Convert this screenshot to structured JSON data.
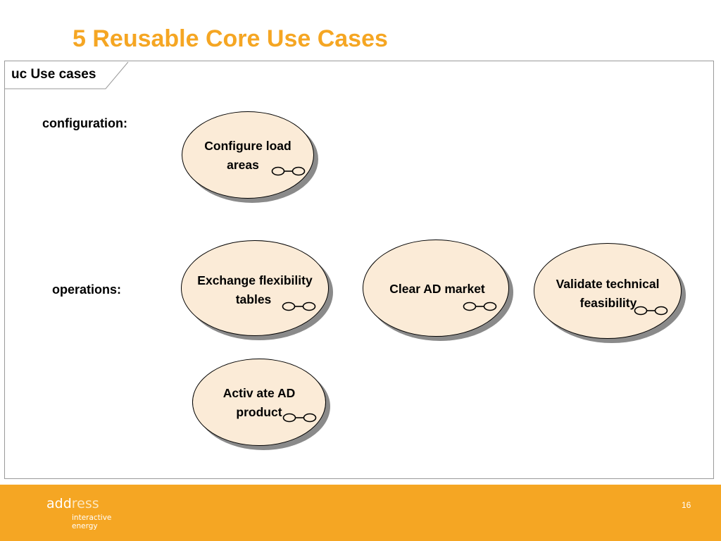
{
  "slide": {
    "title": "5 Reusable Core Use Cases",
    "page_number": "16"
  },
  "diagram": {
    "frame_label": "uc Use cases",
    "rows": {
      "configuration": "configuration:",
      "operations": "operations:"
    },
    "use_cases": [
      {
        "line1": "Configure load",
        "line2": "areas"
      },
      {
        "line1": "Exchange flexibility",
        "line2": "tables"
      },
      {
        "line1": "Clear AD market",
        "line2": ""
      },
      {
        "line1": "Validate technical",
        "line2": "feasibility"
      },
      {
        "line1": "Activ ate AD",
        "line2": "product"
      }
    ],
    "colors": {
      "ellipse_fill": "#FBEBD7",
      "title": "#F5A623",
      "footer": "#F5A623"
    }
  },
  "footer": {
    "logo_bold": "add",
    "logo_light": "ress",
    "tagline_line1": "interactive",
    "tagline_line2": "energy"
  }
}
